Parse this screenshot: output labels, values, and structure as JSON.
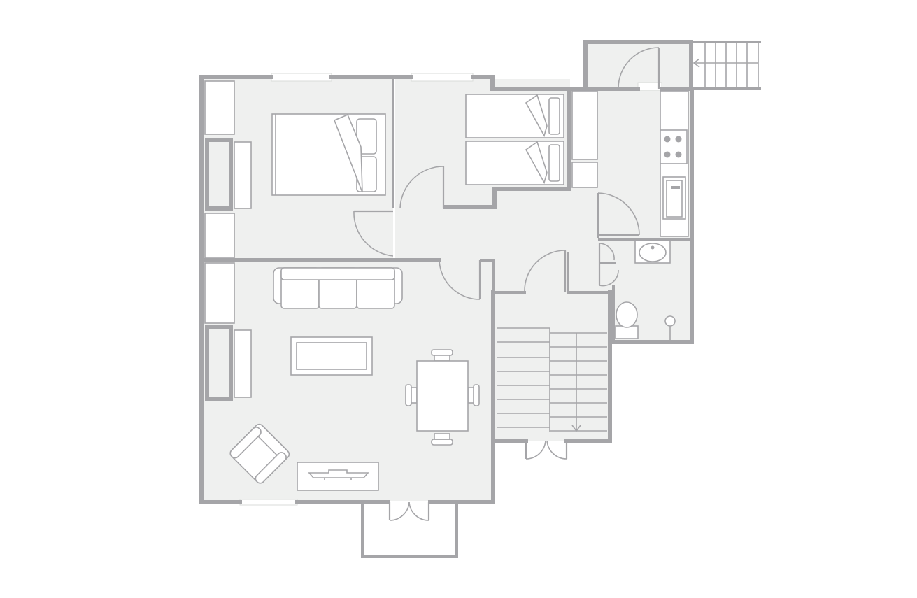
{
  "plan": {
    "colors": {
      "wall": "#a5a5a8",
      "floor": "#eff0ef",
      "furniture_fill": "#ffffff",
      "background": "#ffffff"
    },
    "rooms": [
      "master-bedroom",
      "twin-bedroom",
      "kitchen",
      "entry-landing",
      "hallway",
      "bathroom",
      "living-dining-room",
      "staircase",
      "balcony"
    ],
    "icons": [
      "double-bed-icon",
      "single-bed-icon",
      "sofa-icon",
      "coffee-table-icon",
      "dining-table-icon",
      "armchair-icon",
      "tv-unit-icon",
      "wardrobe-icon",
      "cooktop-icon",
      "kitchen-sink-icon",
      "washbasin-icon",
      "toilet-icon",
      "shower-icon",
      "stairs-icon",
      "door-icon",
      "window-icon"
    ]
  }
}
